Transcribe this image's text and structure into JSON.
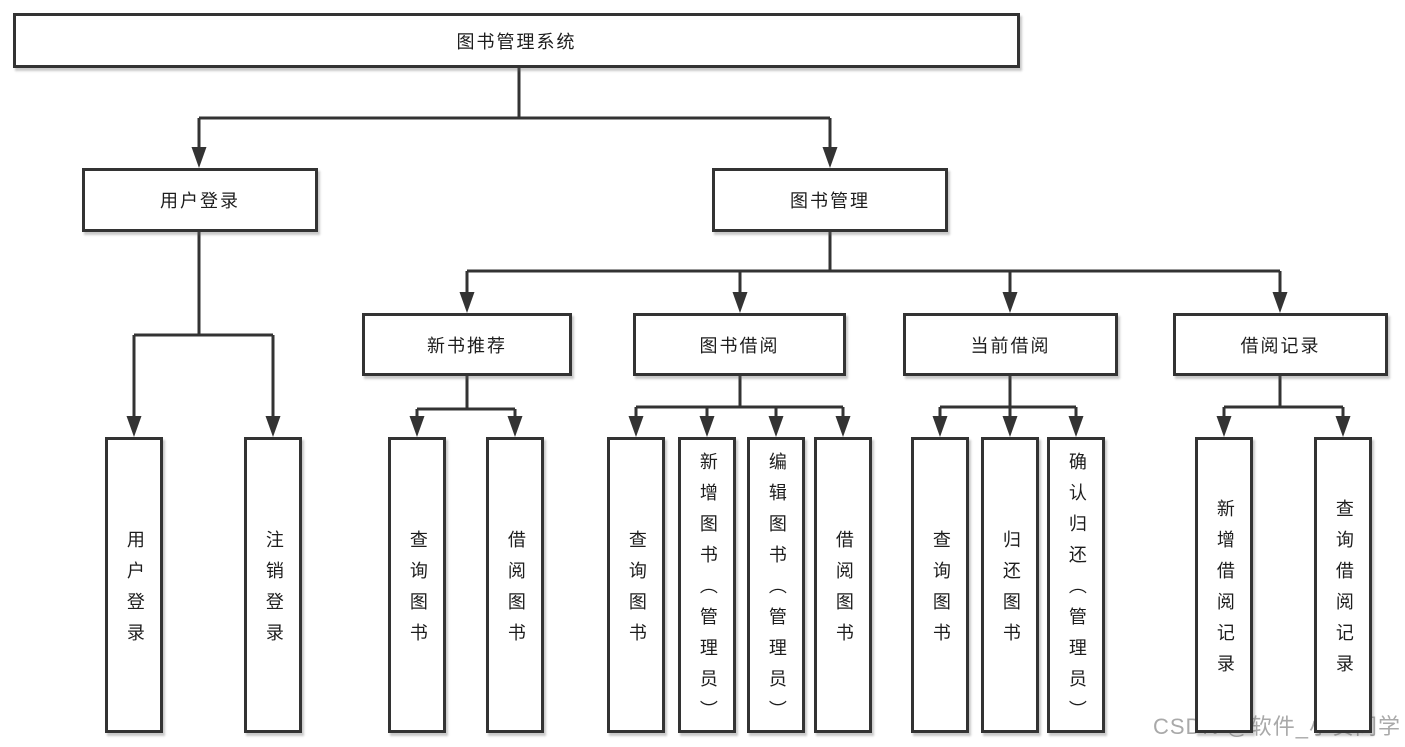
{
  "diagram": {
    "root": "图书管理系统",
    "user_login_branch": {
      "label": "用户登录",
      "children": [
        "用户登录",
        "注销登录"
      ]
    },
    "book_mgmt_branch": {
      "label": "图书管理",
      "modules": [
        {
          "label": "新书推荐",
          "children": [
            "查询图书",
            "借阅图书"
          ]
        },
        {
          "label": "图书借阅",
          "children": [
            "查询图书",
            "新增图书（管理员）",
            "编辑图书（管理员）",
            "借阅图书"
          ]
        },
        {
          "label": "当前借阅",
          "children": [
            "查询图书",
            "归还图书",
            "确认归还（管理员）"
          ]
        },
        {
          "label": "借阅记录",
          "children": [
            "新增借阅记录",
            "查询借阅记录"
          ]
        }
      ]
    }
  },
  "watermark": "CSDN @软件_小贺同学",
  "colors": {
    "line": "#333333",
    "text": "#1d1d1d",
    "watermark": "#a9a9a9",
    "background": "#ffffff"
  }
}
